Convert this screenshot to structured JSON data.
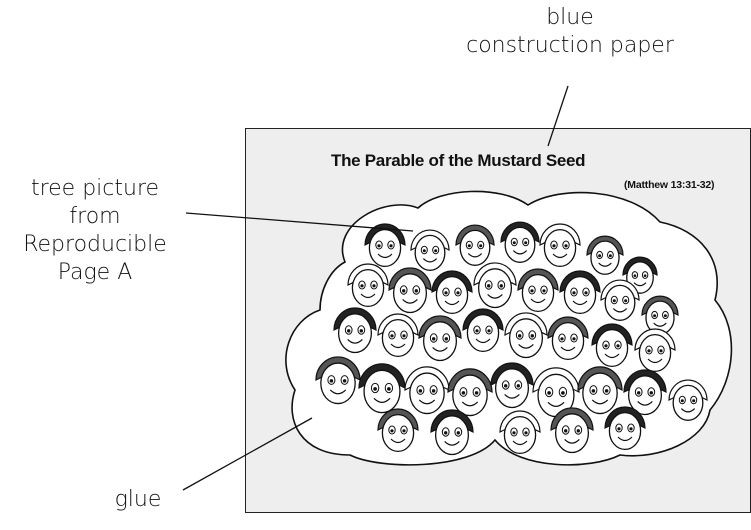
{
  "title": "The Parable of the Mustard Seed",
  "reference": "(Matthew 13:31-32)",
  "labels": {
    "blue_paper": [
      "blue",
      "construction paper"
    ],
    "tree_picture": [
      "tree picture",
      "from",
      "Reproducible",
      "Page A"
    ],
    "glue": "glue"
  },
  "colors": {
    "paper": "#eeeeee",
    "ink": "#111111",
    "cloud_fill": "#ffffff"
  }
}
